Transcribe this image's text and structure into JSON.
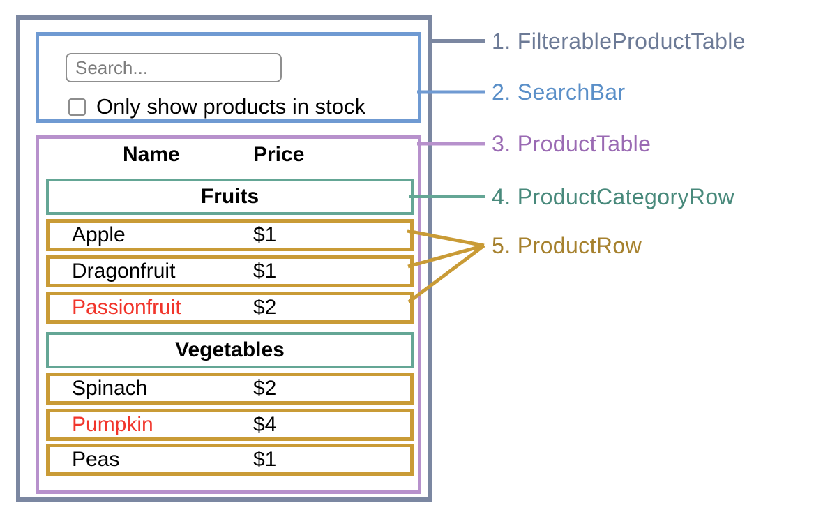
{
  "diagram": {
    "search_bar": {
      "input_placeholder": "Search...",
      "input_value": "",
      "checkbox_checked": false,
      "checkbox_label": "Only show products in stock"
    },
    "table": {
      "headers": {
        "name": "Name",
        "price": "Price"
      },
      "sections": [
        {
          "category": "Fruits",
          "rows": [
            {
              "name": "Apple",
              "price": "$1",
              "highlight": false
            },
            {
              "name": "Dragonfruit",
              "price": "$1",
              "highlight": false
            },
            {
              "name": "Passionfruit",
              "price": "$2",
              "highlight": true
            }
          ]
        },
        {
          "category": "Vegetables",
          "rows": [
            {
              "name": "Spinach",
              "price": "$2",
              "highlight": false
            },
            {
              "name": "Pumpkin",
              "price": "$4",
              "highlight": true
            },
            {
              "name": "Peas",
              "price": "$1",
              "highlight": false
            }
          ]
        }
      ]
    }
  },
  "legend": {
    "items": [
      {
        "label": "1. FilterableProductTable",
        "color": "#6c7a96"
      },
      {
        "label": "2. SearchBar",
        "color": "#5a8fc8"
      },
      {
        "label": "3. ProductTable",
        "color": "#9a6ab3"
      },
      {
        "label": "4. ProductCategoryRow",
        "color": "#48897b"
      },
      {
        "label": "5. ProductRow",
        "color": "#a6812e"
      }
    ]
  },
  "colors": {
    "outer_border": "#7b87a1",
    "searchbar_border": "#6f9ad2",
    "producttable_border": "#b791cc",
    "category_border": "#64a695",
    "productrow_border": "#c99b36",
    "highlight_text": "#f1352b",
    "background": "#ffffff"
  }
}
